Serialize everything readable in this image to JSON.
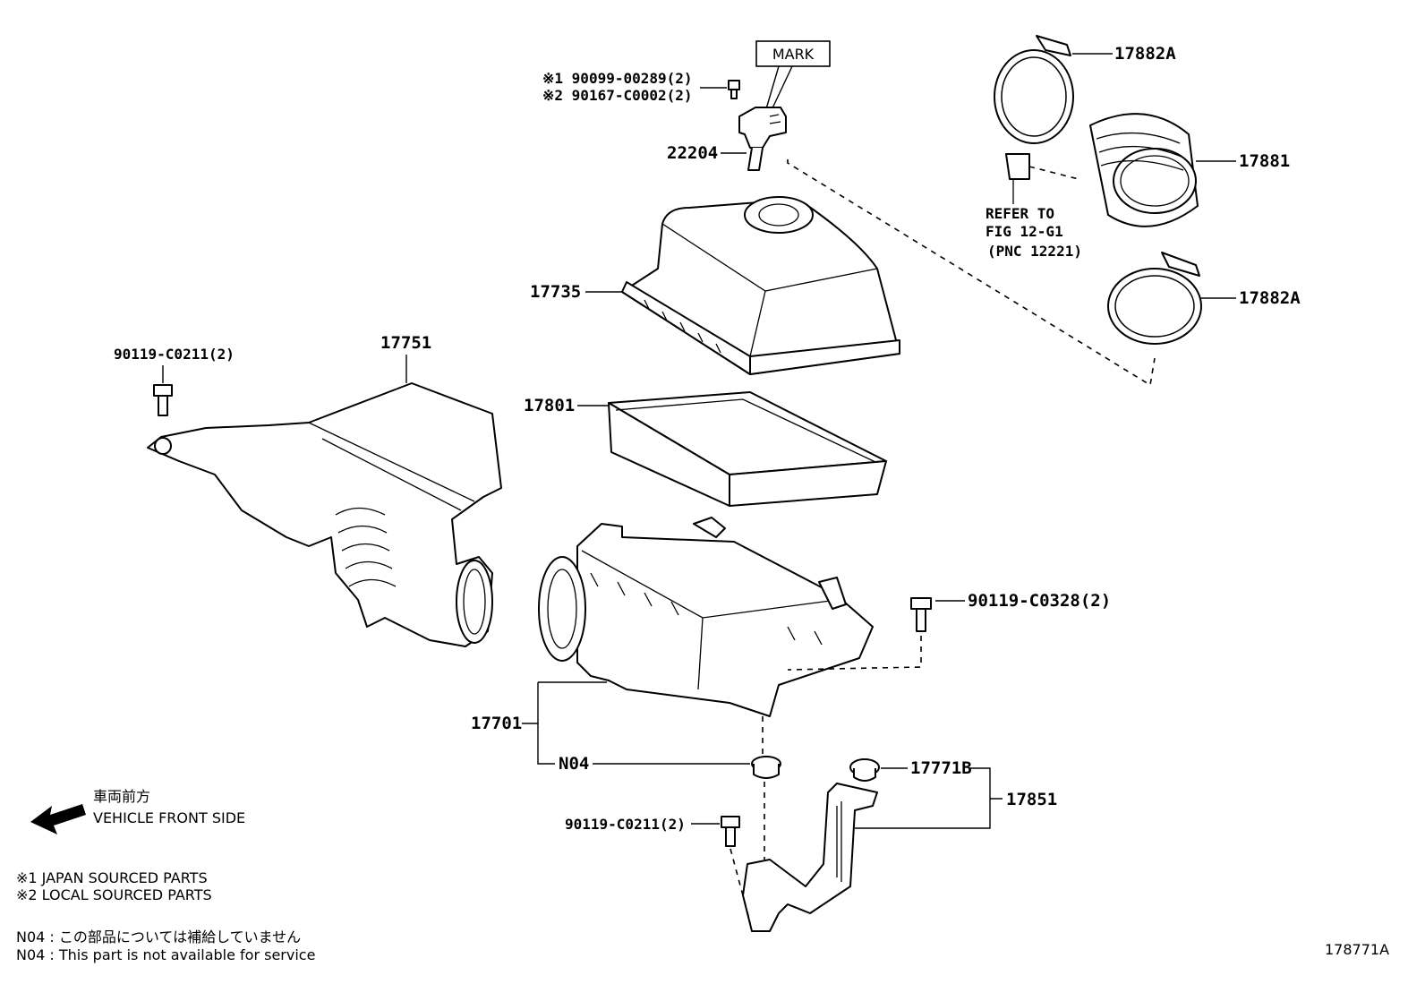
{
  "diagram_id": "178771A",
  "mark_label": "MARK",
  "fastener_notes": {
    "japan": "※1 90099-00289(2)",
    "local": "※2 90167-C0002(2)"
  },
  "parts": {
    "p22204": "22204",
    "p17882a_top": "17882A",
    "p17881": "17881",
    "p17882a_bottom": "17882A",
    "p17735": "17735",
    "p17801": "17801",
    "p17751": "17751",
    "p90119_c0211_upper": "90119-C0211(2)",
    "p90119_c0328": "90119-C0328(2)",
    "p17701": "17701",
    "n04": "N04",
    "p17771b": "17771B",
    "p17851": "17851",
    "p90119_c0211_lower": "90119-C0211(2)"
  },
  "refer": {
    "line1": "REFER TO",
    "line2": "FIG 12-G1",
    "line3": "(PNC 12221)"
  },
  "direction": {
    "japanese": "車両前方",
    "english": "VEHICLE FRONT SIDE",
    "icon": "arrow-left-icon"
  },
  "legend": {
    "japan_parts": "※1 JAPAN SOURCED PARTS",
    "local_parts": "※2 LOCAL SOURCED PARTS"
  },
  "notes": {
    "n04_japanese": "N04 : この部品については補給していません",
    "n04_english": "N04 : This part is not available for service"
  }
}
